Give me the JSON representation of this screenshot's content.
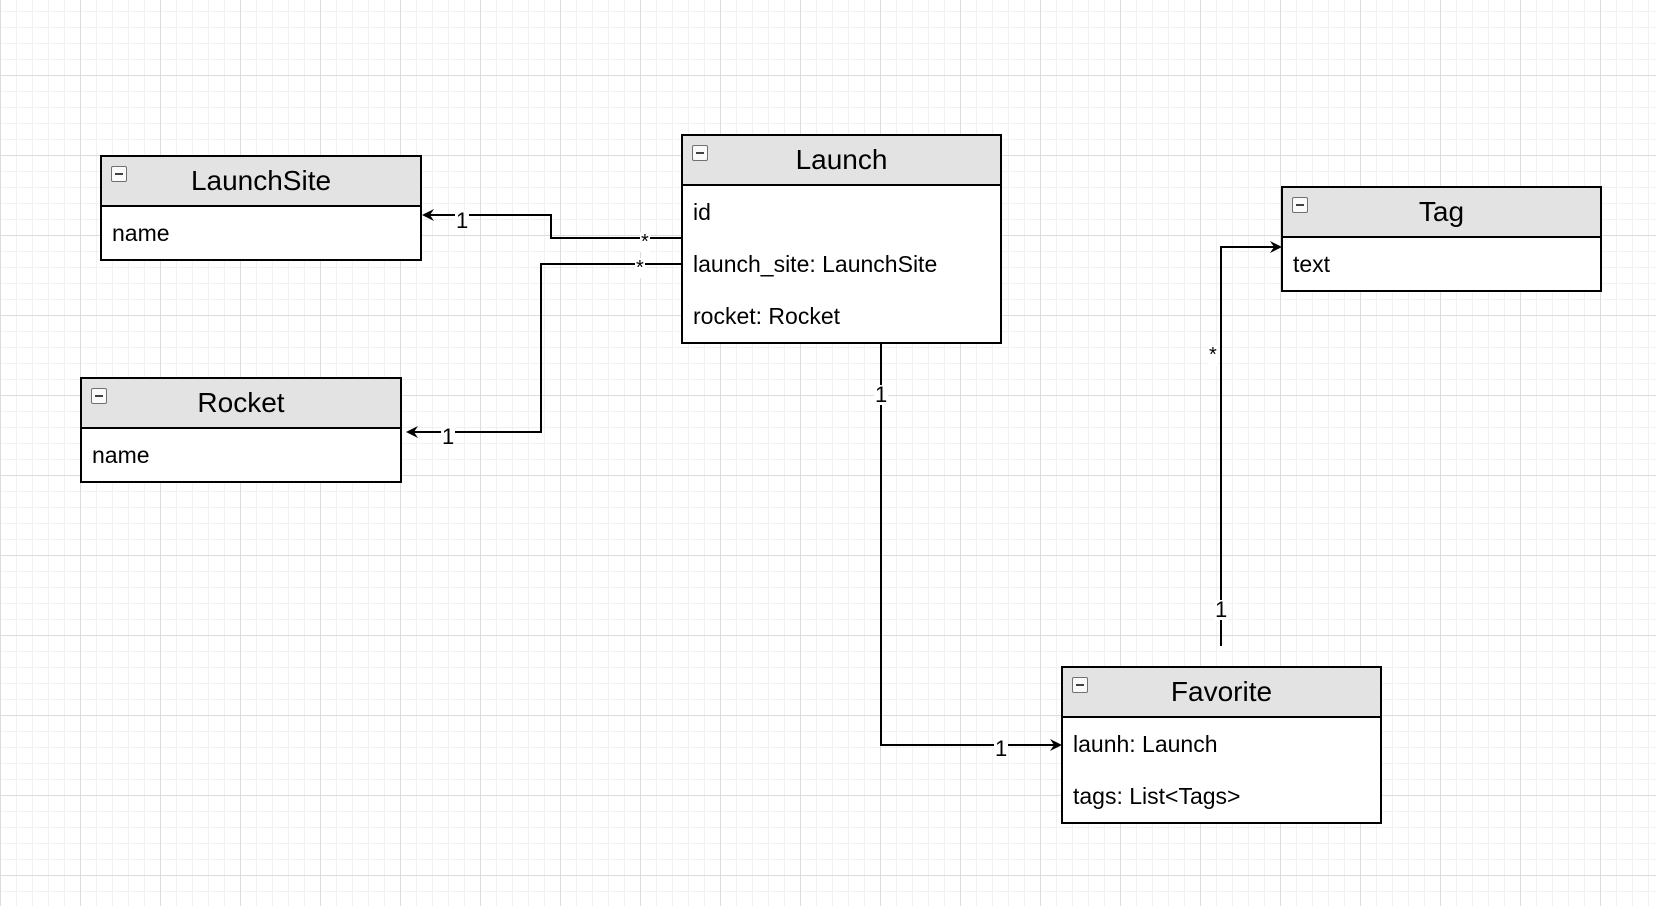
{
  "entities": {
    "launchsite": {
      "title": "LaunchSite",
      "fields": [
        "name"
      ]
    },
    "rocket": {
      "title": "Rocket",
      "fields": [
        "name"
      ]
    },
    "launch": {
      "title": "Launch",
      "fields": [
        "id",
        "launch_site: LaunchSite",
        "rocket: Rocket"
      ]
    },
    "tag": {
      "title": "Tag",
      "fields": [
        "text"
      ]
    },
    "favorite": {
      "title": "Favorite",
      "fields": [
        "launh: Launch",
        "tags: List<Tags>"
      ]
    }
  },
  "relations": {
    "launch_launchsite": {
      "source_multiplicity": "*",
      "target_multiplicity": "1"
    },
    "launch_rocket": {
      "source_multiplicity": "*",
      "target_multiplicity": "1"
    },
    "launch_favorite": {
      "source_multiplicity": "1",
      "target_multiplicity": "1"
    },
    "favorite_tag": {
      "source_multiplicity": "1",
      "target_multiplicity": "*"
    }
  }
}
